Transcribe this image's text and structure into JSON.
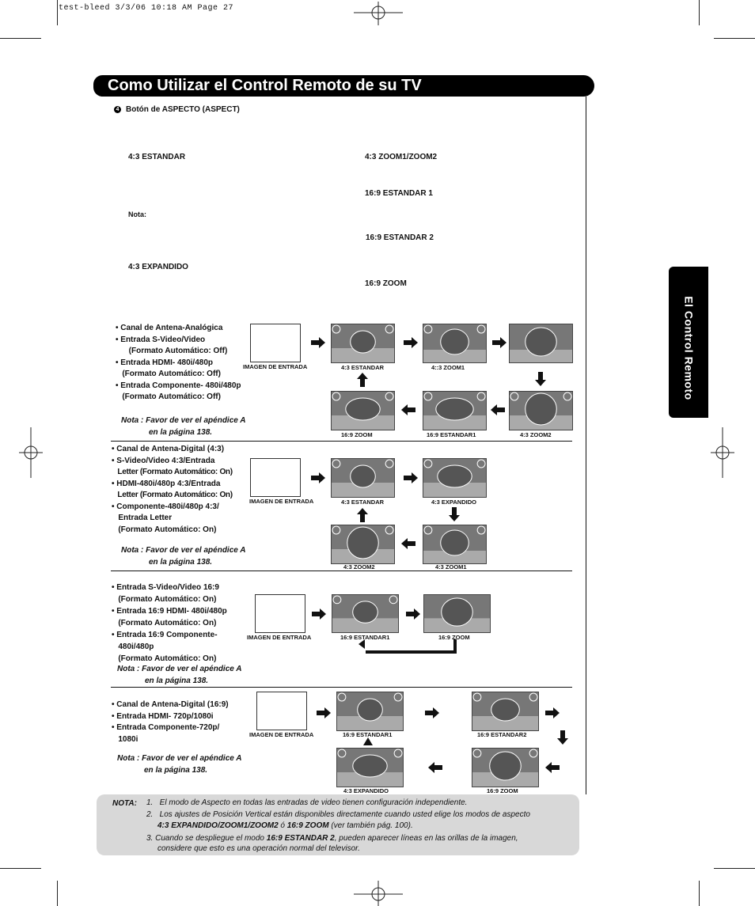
{
  "slug": "test-bleed  3/3/06  10:18 AM  Page 27",
  "title": "Como Utilizar el Control Remoto de su TV",
  "side_tab": "El Control Remoto",
  "item_number": "4",
  "heading": "Botón de ASPECTO (ASPECT)",
  "modes": {
    "m1": "4:3 ESTANDAR",
    "m2": "4:3 ZOOM1/ZOOM2",
    "m3": "16:9 ESTANDAR 1",
    "nota_label": "Nota:",
    "m4": "16:9  ESTANDAR 2",
    "m5": "4:3 EXPANDIDO",
    "m6": "16:9 ZOOM"
  },
  "sec1": {
    "lines": [
      "•  Canal de Antena-Analógica",
      "•   Entrada S-Video/Video",
      "      (Formato Automático: Off)",
      "• Entrada HDMI- 480i/480p",
      "   (Formato Automático: Off)",
      "• Entrada Componente- 480i/480p",
      "   (Formato Automático: Off)"
    ],
    "note1": "Nota : Favor de ver el apéndice A",
    "note2": "en la página 138.",
    "input_label": "IMAGEN DE ENTRADA",
    "c1": "4:3 ESTANDAR",
    "c2": "4::3 ZOOM1",
    "c3": "16:9 ZOOM",
    "c4": "16:9 ESTANDAR1",
    "c5": "4:3 ZOOM2"
  },
  "sec2": {
    "lines": [
      "• Canal de Antena-Digital (4:3)",
      "• S-Video/Video 4:3/Entrada",
      "   Letter (Formato Automático: On)",
      "• HDMI-480i/480p 4:3/Entrada",
      "   Letter (Formato Automático: On)",
      "• Componente-480i/480p 4:3/",
      "   Entrada Letter",
      "   (Formato Automático: On)"
    ],
    "note1": "Nota : Favor de ver el apéndice A",
    "note2": "en la página 138.",
    "input_label": "IMAGEN DE ENTRADA",
    "c1": "4:3 ESTANDAR",
    "c2": "4:3 EXPANDIDO",
    "c3": "4:3 ZOOM2",
    "c4": "4:3 ZOOM1"
  },
  "sec3": {
    "lines": [
      "• Entrada S-Video/Video 16:9",
      "   (Formato Automático: On)",
      "• Entrada 16:9 HDMI- 480i/480p",
      "   (Formato Automático: On)",
      "• Entrada 16:9 Componente-",
      "   480i/480p",
      "   (Formato Automático: On)"
    ],
    "note1": "Nota : Favor de ver el apéndice A",
    "note2": "en la página 138.",
    "input_label": "IMAGEN DE ENTRADA",
    "c1": "16:9 ESTANDAR1",
    "c2": "16:9 ZOOM"
  },
  "sec4": {
    "lines": [
      "• Canal de Antena-Digital (16:9)",
      "• Entrada HDMI- 720p/1080i",
      "• Entrada Componente-720p/",
      "   1080i"
    ],
    "note1": "Nota : Favor de ver el apéndice A",
    "note2": "en la página 138.",
    "input_label": "IMAGEN DE ENTRADA",
    "c1": "16:9 ESTANDAR1",
    "c2": "16:9 ESTANDAR2",
    "c3": "4:3 EXPANDIDO",
    "c4": "16:9 ZOOM"
  },
  "nota_box": {
    "label": "NOTA:",
    "l1": "1.   El modo de Aspecto en todas las entradas de video tienen configuración independiente.",
    "l2": "2.   Los ajustes de Posición Vertical están disponibles directamente cuando usted elige los modos de aspecto",
    "l3a": "4:3 EXPANDIDO",
    "l3b": "/",
    "l3c": "ZOOM1",
    "l3d": "/",
    "l3e": "ZOOM2",
    "l3f": " ó ",
    "l3g": "16:9 ZOOM",
    "l3h": " (ver también pág. 100).",
    "l4a": "3. Cuando se despliegue el modo ",
    "l4b": "16:9 ESTANDAR 2",
    "l4c": ", pueden aparecer líneas en las orillas de la imagen,",
    "l5": "considere que esto es una operación normal del televisor."
  }
}
